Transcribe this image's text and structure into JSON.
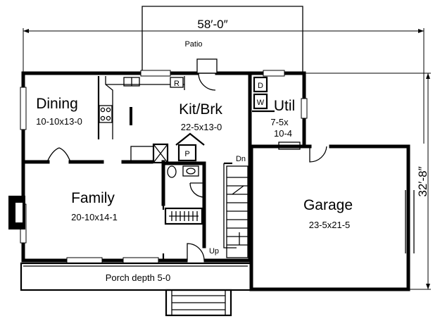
{
  "dimensions": {
    "width": "58′-0″",
    "depth": "32′-8″"
  },
  "rooms": {
    "patio": {
      "name": "Patio"
    },
    "dining": {
      "name": "Dining",
      "size": "10-10x13-0"
    },
    "kitchen": {
      "name": "Kit/Brk",
      "size": "22-5x13-0"
    },
    "utility": {
      "name": "Util",
      "size_line1": "7-5x",
      "size_line2": "10-4"
    },
    "family": {
      "name": "Family",
      "size": "20-10x14-1"
    },
    "garage": {
      "name": "Garage",
      "size": "23-5x21-5"
    },
    "porch": {
      "name": "Porch depth 5-0"
    }
  },
  "fixtures": {
    "refrigerator": "R",
    "dryer": "D",
    "washer": "W",
    "pantry": "P"
  },
  "stairs": {
    "down": "Dn",
    "up": "Up"
  }
}
